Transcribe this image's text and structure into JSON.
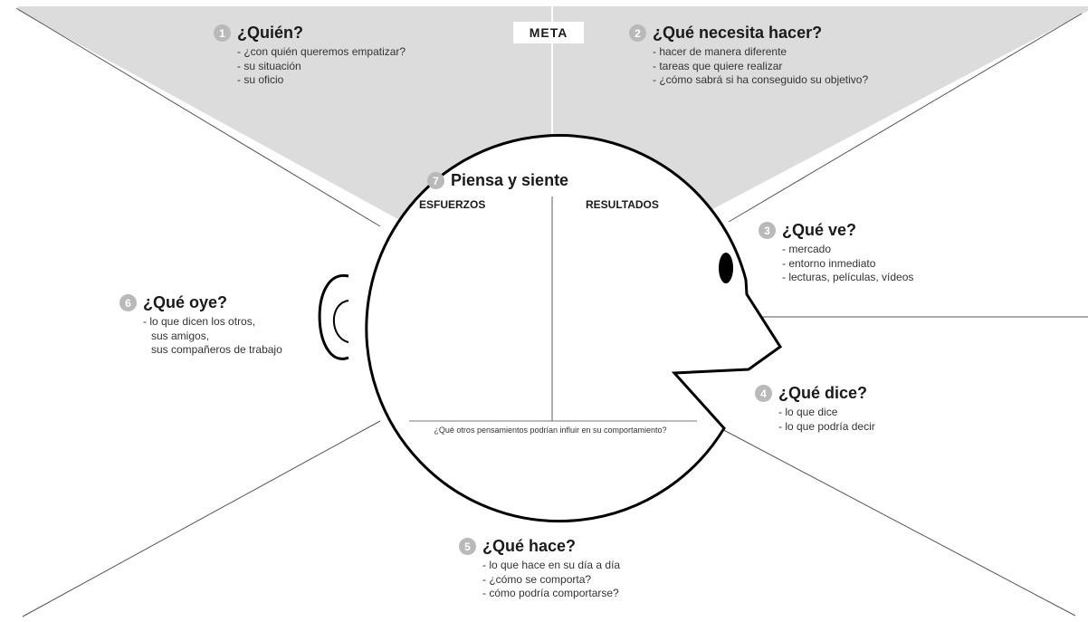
{
  "meta": "META",
  "sections": {
    "quien": {
      "num": "1",
      "title": "¿Quién?",
      "items": [
        "- ¿con quién queremos empatizar?",
        "- su situación",
        "- su oficio"
      ]
    },
    "necesita": {
      "num": "2",
      "title": "¿Qué necesita hacer?",
      "items": [
        "- hacer de manera diferente",
        "- tareas que quiere realizar",
        "- ¿cómo sabrá si ha conseguido su objetivo?"
      ]
    },
    "ve": {
      "num": "3",
      "title": "¿Qué ve?",
      "items": [
        "- mercado",
        "- entorno inmediato",
        "- lecturas, películas, vídeos"
      ]
    },
    "dice": {
      "num": "4",
      "title": "¿Qué dice?",
      "items": [
        "- lo que dice",
        "- lo que podría decir"
      ]
    },
    "hace": {
      "num": "5",
      "title": "¿Qué hace?",
      "items": [
        "- lo que hace en su día a día",
        "- ¿cómo se comporta?",
        "- cómo podría comportarse?"
      ]
    },
    "oye": {
      "num": "6",
      "title": "¿Qué oye?",
      "items": [
        "- lo que dicen los otros,",
        "sus amigos,",
        "sus compañeros de trabajo"
      ]
    },
    "piensa": {
      "num": "7",
      "title": "Piensa y siente"
    }
  },
  "head": {
    "col_left": "ESFUERZOS",
    "col_right": "RESULTADOS",
    "question": "¿Qué otros pensamientos podrían influir en su comportamiento?"
  }
}
